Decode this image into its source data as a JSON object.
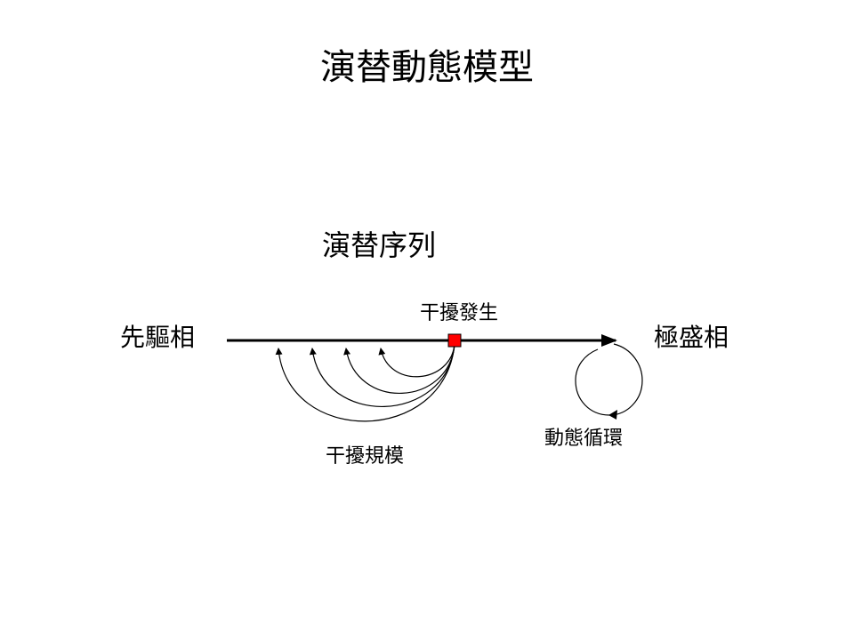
{
  "slide": {
    "title": "演替動態模型",
    "subtitle": "演替序列"
  },
  "diagram": {
    "start_label": "先驅相",
    "end_label": "極盛相",
    "disturbance_label": "干擾發生",
    "scale_label": "干擾規模",
    "cycle_label": "動態循環",
    "colors": {
      "line": "#000000",
      "disturbance_marker": "#ff0000"
    }
  }
}
